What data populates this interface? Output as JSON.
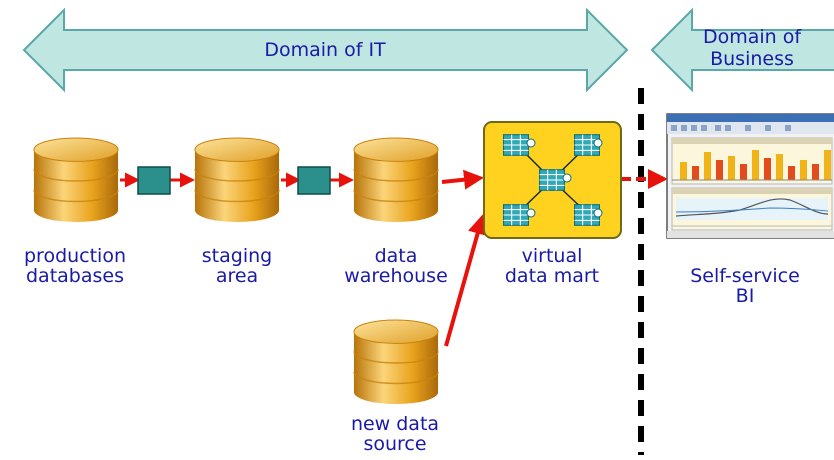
{
  "banners": {
    "it": "Domain of IT",
    "business_line1": "Domain of",
    "business_line2": "Business"
  },
  "nodes": {
    "production": [
      "production",
      "databases"
    ],
    "staging": [
      "staging",
      "area"
    ],
    "warehouse": [
      "data",
      "warehouse"
    ],
    "virtual_mart": [
      "virtual",
      "data mart"
    ],
    "new_source": [
      "new data",
      "source"
    ],
    "self_service": [
      "Self-service",
      "BI"
    ]
  },
  "colors": {
    "banner_fill": "#bfe6e0",
    "banner_stroke": "#5aa8a8",
    "cylinder": "#e8a21c",
    "cylinder_dark": "#b8740b",
    "cylinder_light": "#fbd57a",
    "arrow": "#e8120c",
    "etl_box": "#2b8f8c",
    "mart_fill": "#ffd21f",
    "text": "#1a1aa6",
    "divider": "#000000"
  }
}
